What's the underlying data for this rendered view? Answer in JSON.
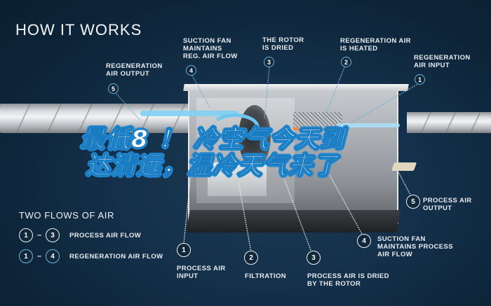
{
  "title": "HOW IT WORKS",
  "headline_overlay": {
    "line1": "最低8 ！ 冷空气今天到",
    "line2": "达清远，湿冷天气来了"
  },
  "top_callouts": [
    {
      "number": "5",
      "label": "REGENERATION\nAIR OUTPUT"
    },
    {
      "number": "4",
      "label": "SUCTION FAN\nMAINTAINS\nREG. AIR FLOW"
    },
    {
      "number": "3",
      "label": "THE ROTOR\nIS DRIED"
    },
    {
      "number": "2",
      "label": "REGENERATION AIR\nIS HEATED"
    },
    {
      "number": "1",
      "label": "REGENERATION\nAIR INPUT"
    }
  ],
  "bottom_callouts": [
    {
      "number": "1",
      "label": "PROCESS AIR\nINPUT"
    },
    {
      "number": "2",
      "label": "FILTRATION"
    },
    {
      "number": "3",
      "label": "PROCESS AIR IS DRIED\nBY THE ROTOR"
    },
    {
      "number": "4",
      "label": "SUCTION FAN\nMAINTAINS PROCESS\nAIR FLOW"
    },
    {
      "number": "5",
      "label": "PROCESS AIR\nOUTPUT"
    }
  ],
  "legend": {
    "title": "TWO FLOWS OF AIR",
    "rows": [
      {
        "from": "1",
        "to": "3",
        "label": "PROCESS AIR FLOW",
        "style": "white"
      },
      {
        "from": "1",
        "to": "4",
        "label": "REGENERATION AIR FLOW",
        "style": "blue"
      }
    ]
  },
  "colors": {
    "background": "#0d2438",
    "regeneration_ring": "#6fb3d6",
    "process_ring": "#f1f1f1",
    "headline_stroke": "#1f86cf",
    "heater": "#f08a3a",
    "air_flow": "#7fd0f5"
  }
}
